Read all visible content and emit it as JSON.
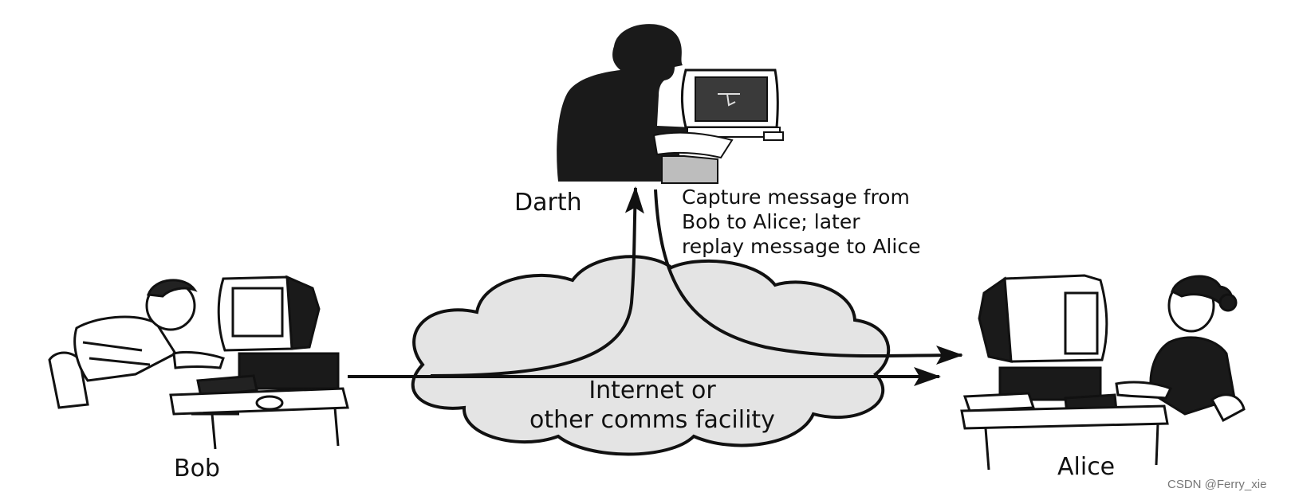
{
  "actors": {
    "attacker": {
      "name": "Darth",
      "icon": "person-at-computer-silhouette-icon"
    },
    "sender": {
      "name": "Bob",
      "icon": "person-at-computer-icon"
    },
    "receiver": {
      "name": "Alice",
      "icon": "person-at-computer-icon"
    }
  },
  "annotation": {
    "line1": "Capture message from",
    "line2": "Bob to Alice; later",
    "line3": "replay message to Alice"
  },
  "network": {
    "line1": "Internet or",
    "line2": "other comms facility",
    "fill": "#e4e4e4"
  },
  "watermark": "CSDN @Ferry_xie"
}
